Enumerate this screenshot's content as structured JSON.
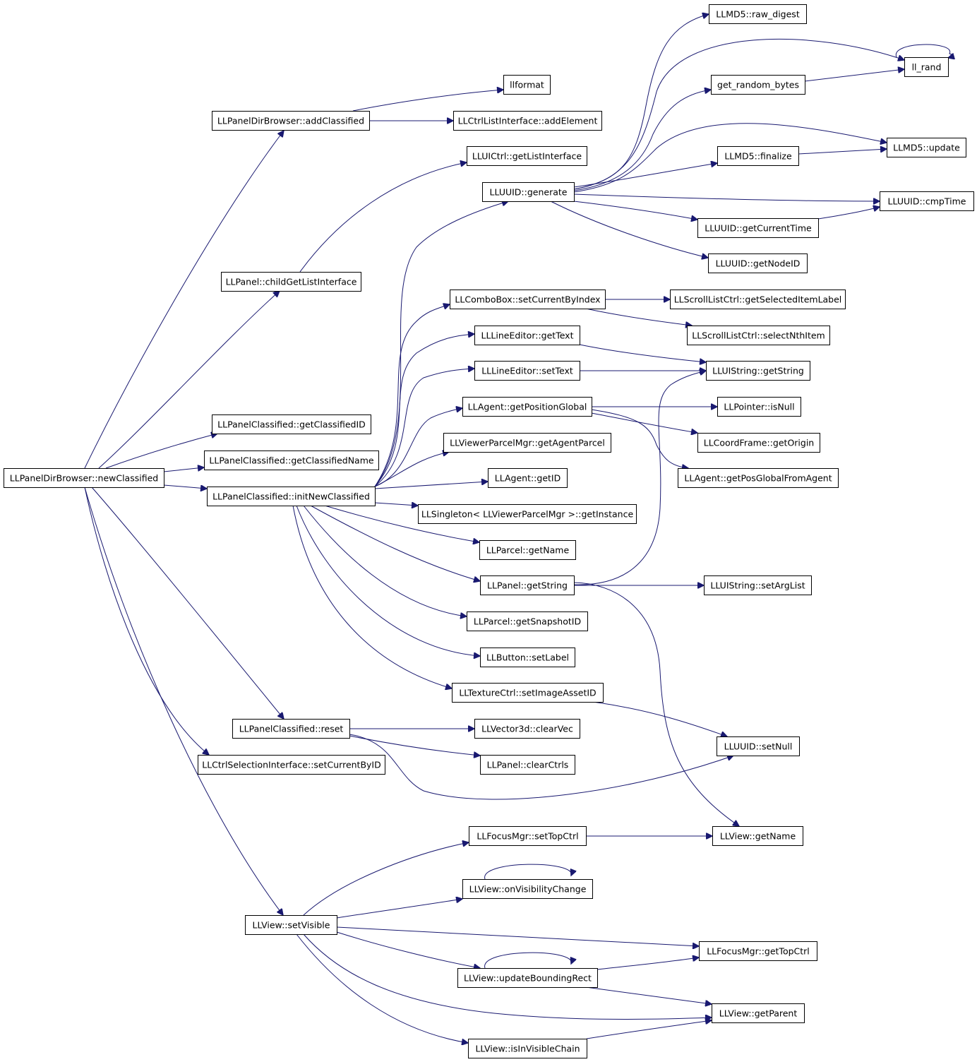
{
  "colors": {
    "edge": "#191970",
    "node_border": "#000000",
    "node_border_truncated": "#ff0000",
    "root_fill": "#bfbfbf",
    "node_fill": "#ffffff"
  },
  "nodes": [
    {
      "id": "root",
      "label": "LLPanelDirBrowser::newClassified",
      "style": "root"
    },
    {
      "id": "addClassified",
      "label": "LLPanelDirBrowser::addClassified",
      "style": "normal"
    },
    {
      "id": "llformat",
      "label": "llformat",
      "style": "normal"
    },
    {
      "id": "addElement",
      "label": "LLCtrlListInterface::addElement",
      "style": "normal"
    },
    {
      "id": "getListInterface",
      "label": "LLUICtrl::getListInterface",
      "style": "normal"
    },
    {
      "id": "childGetListInterface",
      "label": "LLPanel::childGetListInterface",
      "style": "normal"
    },
    {
      "id": "getClassifiedID",
      "label": "LLPanelClassified::getClassifiedID",
      "style": "normal"
    },
    {
      "id": "getClassifiedName",
      "label": "LLPanelClassified::getClassifiedName",
      "style": "normal"
    },
    {
      "id": "initNewClassified",
      "label": "LLPanelClassified::initNewClassified",
      "style": "normal"
    },
    {
      "id": "reset",
      "label": "LLPanelClassified::reset",
      "style": "normal"
    },
    {
      "id": "setCurrentByID",
      "label": "LLCtrlSelectionInterface::setCurrentByID",
      "style": "normal"
    },
    {
      "id": "setVisible",
      "label": "LLView::setVisible",
      "style": "normal"
    },
    {
      "id": "generate",
      "label": "LLUUID::generate",
      "style": "normal"
    },
    {
      "id": "rawDigest",
      "label": "LLMD5::raw_digest",
      "style": "normal"
    },
    {
      "id": "llrand",
      "label": "ll_rand",
      "style": "normal"
    },
    {
      "id": "getRandomBytes",
      "label": "get_random_bytes",
      "style": "normal"
    },
    {
      "id": "md5update",
      "label": "LLMD5::update",
      "style": "truncated"
    },
    {
      "id": "finalize",
      "label": "LLMD5::finalize",
      "style": "truncated"
    },
    {
      "id": "cmpTime",
      "label": "LLUUID::cmpTime",
      "style": "normal"
    },
    {
      "id": "getCurrentTime",
      "label": "LLUUID::getCurrentTime",
      "style": "truncated"
    },
    {
      "id": "getNodeID",
      "label": "LLUUID::getNodeID",
      "style": "truncated"
    },
    {
      "id": "setCurrentByIndex",
      "label": "LLComboBox::setCurrentByIndex",
      "style": "truncated"
    },
    {
      "id": "getSelectedItemLabel",
      "label": "LLScrollListCtrl::getSelectedItemLabel",
      "style": "truncated"
    },
    {
      "id": "selectNthItem",
      "label": "LLScrollListCtrl::selectNthItem",
      "style": "truncated"
    },
    {
      "id": "leGetText",
      "label": "LLLineEditor::getText",
      "style": "normal"
    },
    {
      "id": "leSetText",
      "label": "LLLineEditor::setText",
      "style": "truncated"
    },
    {
      "id": "uiGetString",
      "label": "LLUIString::getString",
      "style": "normal"
    },
    {
      "id": "getPositionGlobal",
      "label": "LLAgent::getPositionGlobal",
      "style": "normal"
    },
    {
      "id": "isNull",
      "label": "LLPointer::isNull",
      "style": "normal"
    },
    {
      "id": "getOrigin",
      "label": "LLCoordFrame::getOrigin",
      "style": "normal"
    },
    {
      "id": "getPosGlobalFromAgent",
      "label": "LLAgent::getPosGlobalFromAgent",
      "style": "truncated"
    },
    {
      "id": "getAgentParcel",
      "label": "LLViewerParcelMgr::getAgentParcel",
      "style": "normal"
    },
    {
      "id": "agentGetID",
      "label": "LLAgent::getID",
      "style": "normal"
    },
    {
      "id": "getInstance",
      "label": "LLSingleton< LLViewerParcelMgr >::getInstance",
      "style": "normal"
    },
    {
      "id": "parcelGetName",
      "label": "LLParcel::getName",
      "style": "normal"
    },
    {
      "id": "panelGetString",
      "label": "LLPanel::getString",
      "style": "normal"
    },
    {
      "id": "setArgList",
      "label": "LLUIString::setArgList",
      "style": "truncated"
    },
    {
      "id": "getSnapshotID",
      "label": "LLParcel::getSnapshotID",
      "style": "normal"
    },
    {
      "id": "setLabel",
      "label": "LLButton::setLabel",
      "style": "truncated"
    },
    {
      "id": "setImageAssetID",
      "label": "LLTextureCtrl::setImageAssetID",
      "style": "truncated"
    },
    {
      "id": "clearVec",
      "label": "LLVector3d::clearVec",
      "style": "normal"
    },
    {
      "id": "setNull",
      "label": "LLUUID::setNull",
      "style": "normal"
    },
    {
      "id": "clearCtrls",
      "label": "LLPanel::clearCtrls",
      "style": "truncated"
    },
    {
      "id": "viewGetName",
      "label": "LLView::getName",
      "style": "normal"
    },
    {
      "id": "setTopCtrl",
      "label": "LLFocusMgr::setTopCtrl",
      "style": "truncated"
    },
    {
      "id": "onVisibilityChange",
      "label": "LLView::onVisibilityChange",
      "style": "truncated"
    },
    {
      "id": "getTopCtrl",
      "label": "LLFocusMgr::getTopCtrl",
      "style": "normal"
    },
    {
      "id": "updateBoundingRect",
      "label": "LLView::updateBoundingRect",
      "style": "truncated"
    },
    {
      "id": "getParent",
      "label": "LLView::getParent",
      "style": "normal"
    },
    {
      "id": "isInVisibleChain",
      "label": "LLView::isInVisibleChain",
      "style": "truncated"
    }
  ],
  "edges": [
    [
      "root",
      "addClassified"
    ],
    [
      "root",
      "childGetListInterface"
    ],
    [
      "root",
      "getClassifiedID"
    ],
    [
      "root",
      "getClassifiedName"
    ],
    [
      "root",
      "initNewClassified"
    ],
    [
      "root",
      "reset"
    ],
    [
      "root",
      "setCurrentByID"
    ],
    [
      "root",
      "setVisible"
    ],
    [
      "addClassified",
      "llformat"
    ],
    [
      "addClassified",
      "addElement"
    ],
    [
      "childGetListInterface",
      "getListInterface"
    ],
    [
      "initNewClassified",
      "generate"
    ],
    [
      "initNewClassified",
      "setCurrentByIndex"
    ],
    [
      "initNewClassified",
      "leGetText"
    ],
    [
      "initNewClassified",
      "leSetText"
    ],
    [
      "initNewClassified",
      "getPositionGlobal"
    ],
    [
      "initNewClassified",
      "getAgentParcel"
    ],
    [
      "initNewClassified",
      "agentGetID"
    ],
    [
      "initNewClassified",
      "getInstance"
    ],
    [
      "initNewClassified",
      "parcelGetName"
    ],
    [
      "initNewClassified",
      "panelGetString"
    ],
    [
      "initNewClassified",
      "getSnapshotID"
    ],
    [
      "initNewClassified",
      "setLabel"
    ],
    [
      "initNewClassified",
      "setImageAssetID"
    ],
    [
      "generate",
      "rawDigest"
    ],
    [
      "generate",
      "llrand"
    ],
    [
      "generate",
      "getRandomBytes"
    ],
    [
      "generate",
      "md5update"
    ],
    [
      "generate",
      "finalize"
    ],
    [
      "generate",
      "cmpTime"
    ],
    [
      "generate",
      "getCurrentTime"
    ],
    [
      "generate",
      "getNodeID"
    ],
    [
      "getRandomBytes",
      "llrand"
    ],
    [
      "llrand",
      "llrand"
    ],
    [
      "finalize",
      "md5update"
    ],
    [
      "getCurrentTime",
      "cmpTime"
    ],
    [
      "setCurrentByIndex",
      "getSelectedItemLabel"
    ],
    [
      "setCurrentByIndex",
      "selectNthItem"
    ],
    [
      "leGetText",
      "uiGetString"
    ],
    [
      "leSetText",
      "uiGetString"
    ],
    [
      "getPositionGlobal",
      "isNull"
    ],
    [
      "getPositionGlobal",
      "getOrigin"
    ],
    [
      "getPositionGlobal",
      "getPosGlobalFromAgent"
    ],
    [
      "panelGetString",
      "uiGetString"
    ],
    [
      "panelGetString",
      "setArgList"
    ],
    [
      "panelGetString",
      "viewGetName"
    ],
    [
      "setImageAssetID",
      "setNull"
    ],
    [
      "reset",
      "clearVec"
    ],
    [
      "reset",
      "clearCtrls"
    ],
    [
      "reset",
      "setNull"
    ],
    [
      "setVisible",
      "setTopCtrl"
    ],
    [
      "setVisible",
      "onVisibilityChange"
    ],
    [
      "setVisible",
      "getTopCtrl"
    ],
    [
      "setVisible",
      "updateBoundingRect"
    ],
    [
      "setVisible",
      "getParent"
    ],
    [
      "setVisible",
      "isInVisibleChain"
    ],
    [
      "setTopCtrl",
      "viewGetName"
    ],
    [
      "onVisibilityChange",
      "onVisibilityChange"
    ],
    [
      "updateBoundingRect",
      "updateBoundingRect"
    ],
    [
      "updateBoundingRect",
      "getTopCtrl"
    ],
    [
      "updateBoundingRect",
      "getParent"
    ],
    [
      "isInVisibleChain",
      "getParent"
    ]
  ]
}
